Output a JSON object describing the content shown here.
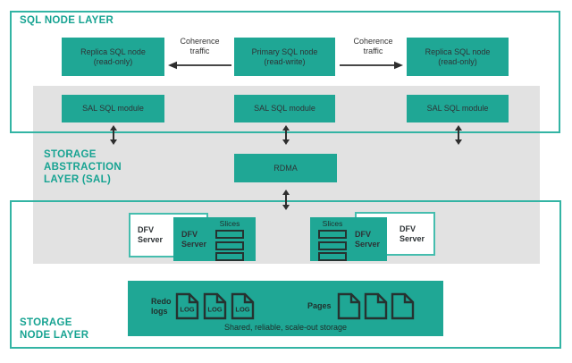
{
  "colors": {
    "teal_fill": "#1fa795",
    "teal_border": "#33b4a4",
    "teal_title_text": "#17a392",
    "gray_band": "#e2e2e2",
    "dark_text": "#333333"
  },
  "sql_layer": {
    "title": "SQL NODE LAYER",
    "nodes": [
      {
        "label": "Replica SQL node\n(read-only)"
      },
      {
        "label": "Primary SQL node\n(read-write)"
      },
      {
        "label": "Replica SQL node\n(read-only)"
      }
    ],
    "coherence_left": "Coherence\ntraffic",
    "coherence_right": "Coherence\ntraffic"
  },
  "sal_layer": {
    "title": "STORAGE\nABSTRACTION\nLAYER (SAL)",
    "modules": [
      {
        "label": "SAL SQL module"
      },
      {
        "label": "SAL SQL module"
      },
      {
        "label": "SAL SQL module"
      }
    ],
    "rdma_label": "RDMA"
  },
  "storage_layer": {
    "title": "STORAGE\nNODE LAYER",
    "dfv_left": {
      "white_label": "DFV\nServer",
      "teal_label": "DFV\nServer",
      "slices_label": "Slices"
    },
    "dfv_right": {
      "white_label": "DFV\nServer",
      "teal_label": "DFV\nServer",
      "slices_label": "Slices"
    },
    "shared_storage": {
      "redo_logs_label": "Redo\nlogs",
      "log_doc_label": "LOG",
      "pages_label": "Pages",
      "caption": "Shared, reliable, scale-out storage"
    }
  }
}
